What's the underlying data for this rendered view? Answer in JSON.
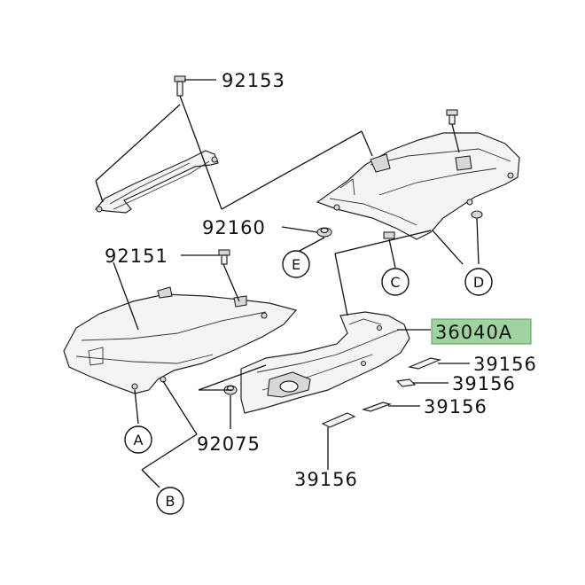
{
  "part_numbers": {
    "p92153": "92153",
    "p92160": "92160",
    "p92151": "92151",
    "p36040A": "36040A",
    "p39156_a": "39156",
    "p39156_b": "39156",
    "p39156_c": "39156",
    "p92075": "92075",
    "p39156_d": "39156"
  },
  "callouts": {
    "A": "A",
    "B": "B",
    "C": "C",
    "D": "D",
    "E": "E"
  },
  "colors": {
    "highlight": "#9fd4a0",
    "line": "#111111"
  }
}
